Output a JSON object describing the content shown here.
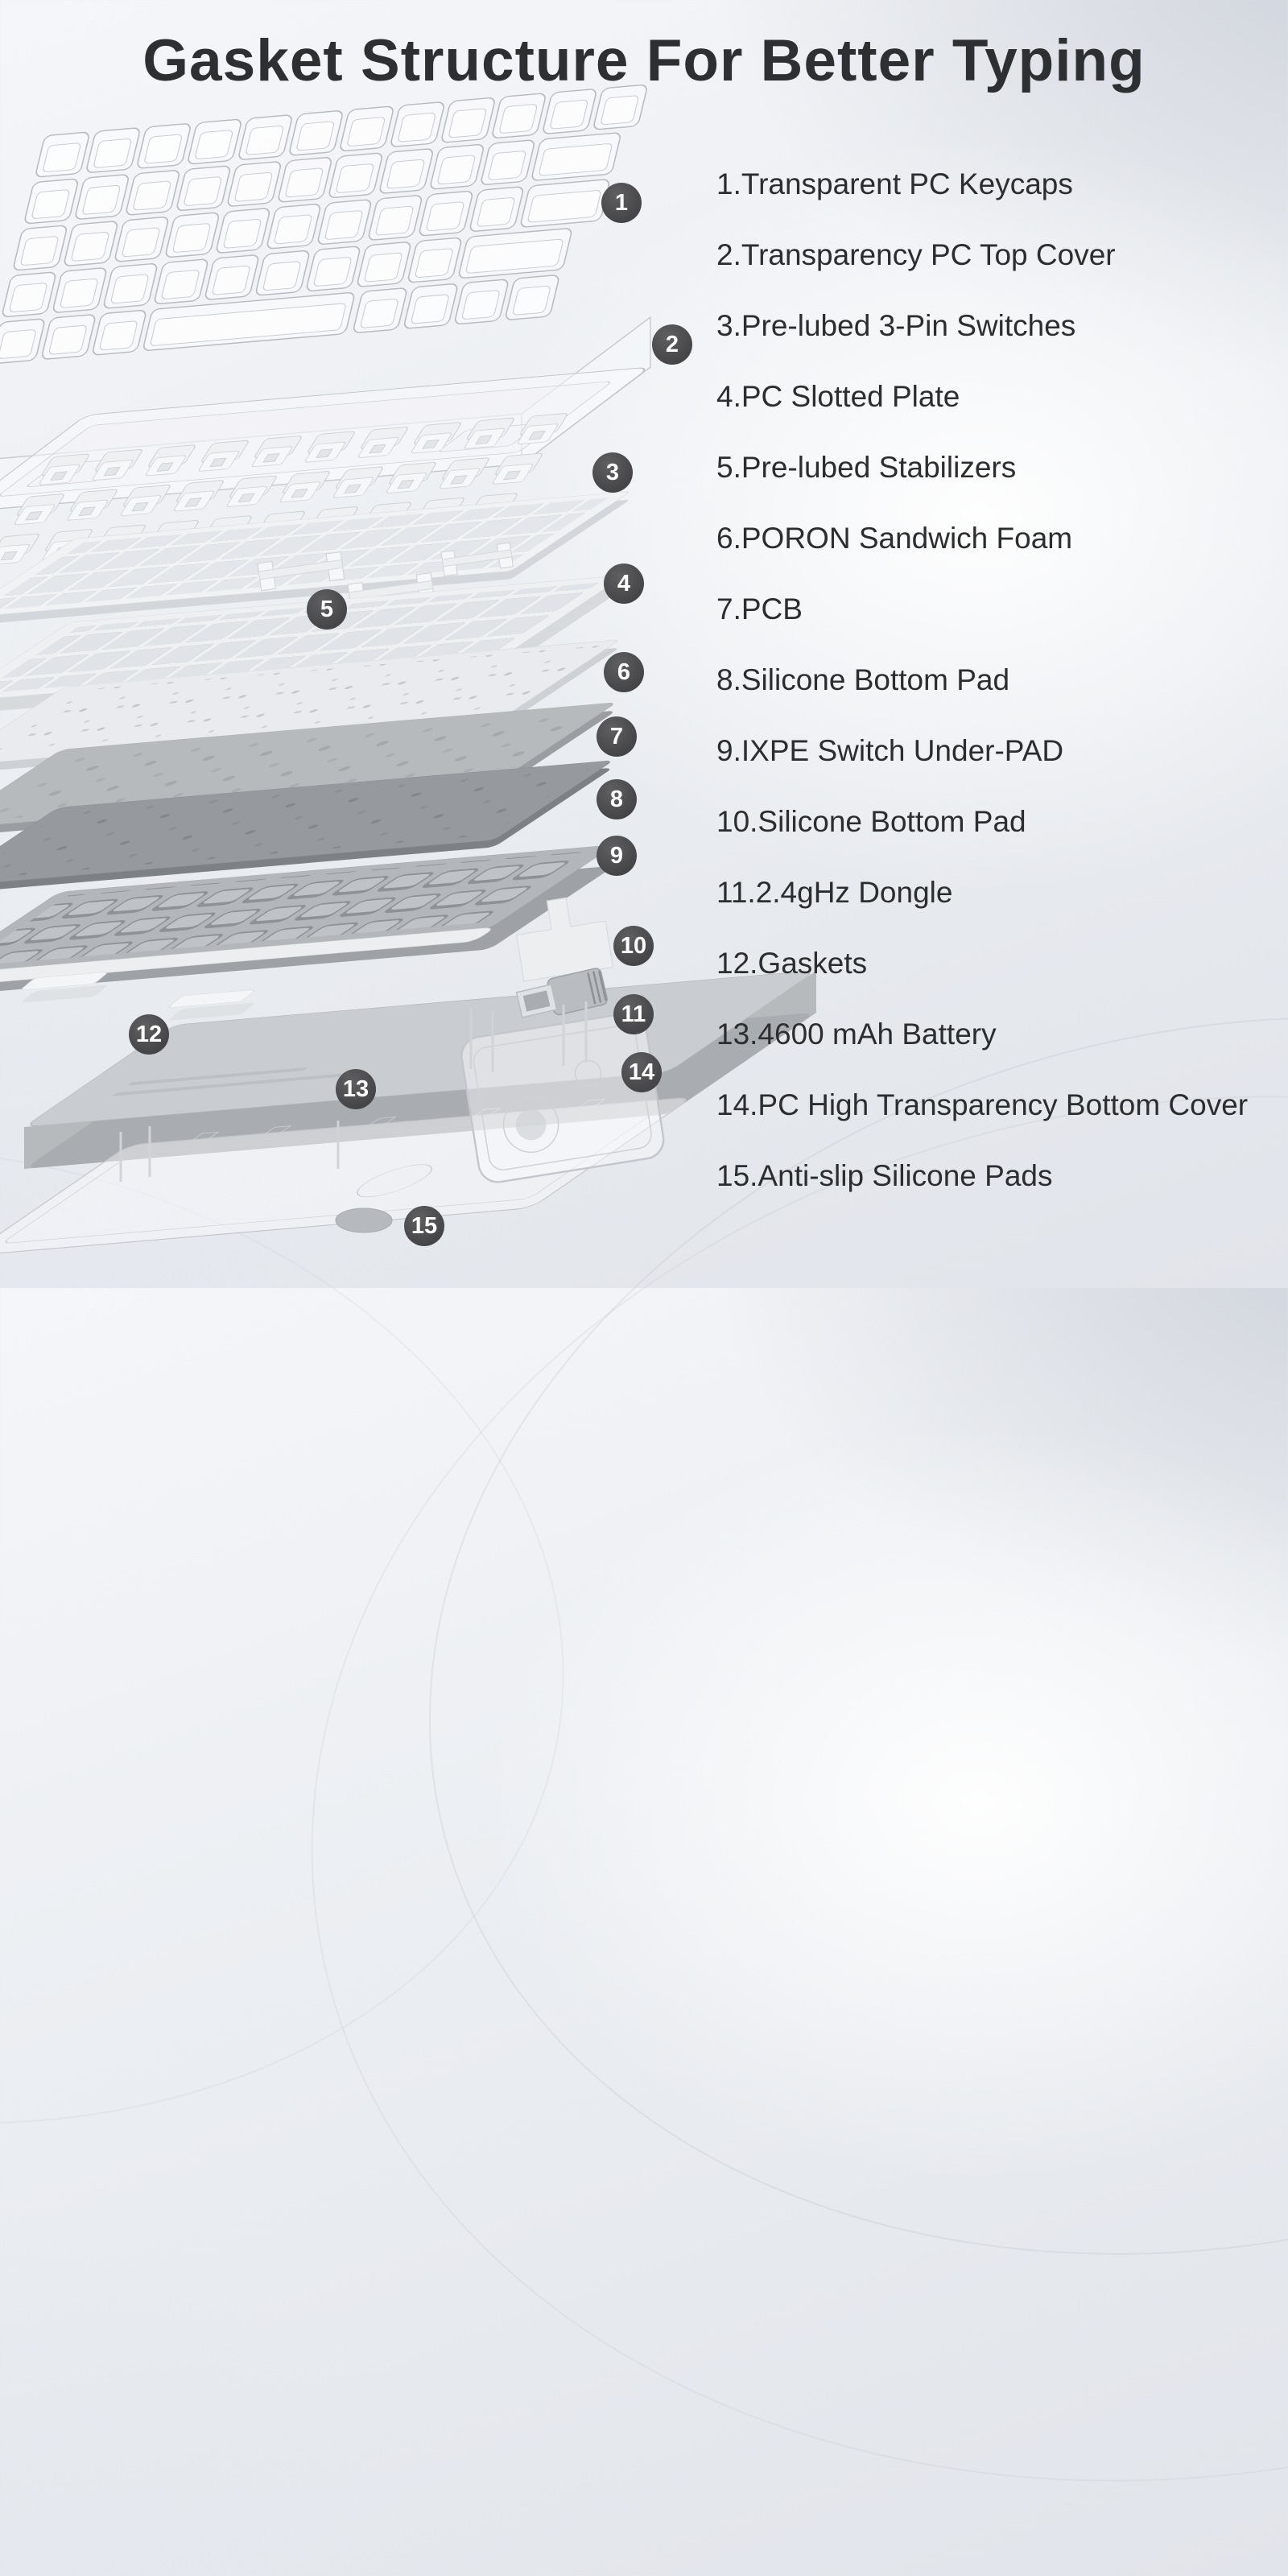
{
  "title": "Gasket Structure For Better Typing",
  "badges": [
    "1",
    "2",
    "3",
    "4",
    "5",
    "6",
    "7",
    "8",
    "9",
    "10",
    "11",
    "12",
    "13",
    "14",
    "15"
  ],
  "parts": [
    "1.Transparent PC Keycaps",
    "2.Transparency PC Top Cover",
    "3.Pre-lubed 3-Pin Switches",
    "4.PC Slotted Plate",
    "5.Pre-lubed Stabilizers",
    "6.PORON Sandwich Foam",
    "7.PCB",
    "8.Silicone Bottom Pad",
    "9.IXPE Switch Under-PAD",
    "10.Silicone Bottom Pad",
    "11.2.4gHz Dongle",
    "12.Gaskets",
    "13.4600 mAh Battery",
    "14.PC High Transparency Bottom Cover",
    "15.Anti-slip Silicone Pads"
  ],
  "colors": {
    "badge": "#4a4a4c",
    "title_text": "#2e2f31",
    "list_text": "#2c2d2f",
    "background": "#e9ecf0"
  }
}
